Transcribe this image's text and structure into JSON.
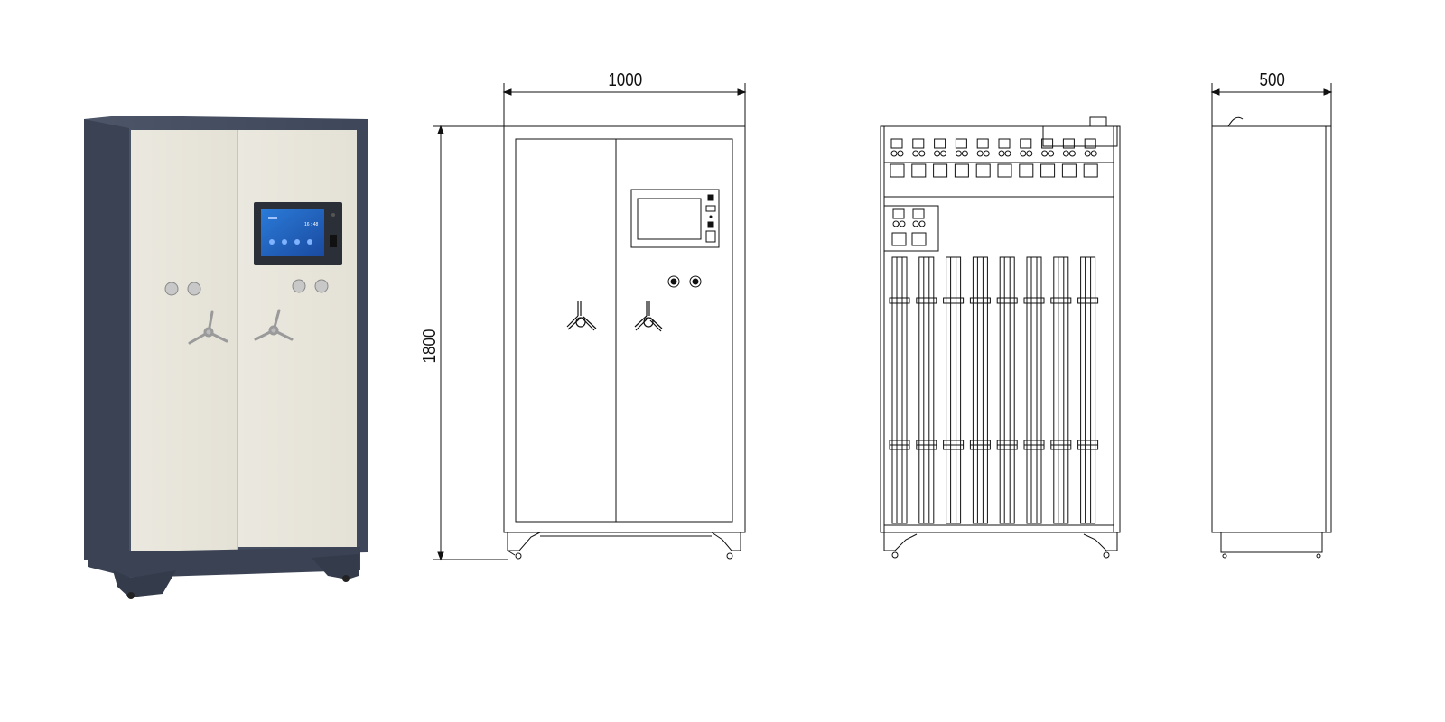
{
  "views": {
    "render": {
      "screen_title": "",
      "screen_time": "16 : 48"
    },
    "front": {
      "width_label": "1000",
      "height_label": "1800"
    },
    "interior": {
      "slot_count_top": 10,
      "slot_count_mid": 2,
      "rod_count": 8
    },
    "side": {
      "depth_label": "500"
    }
  },
  "colors": {
    "frame": "#4a5568",
    "door": "#e9e6dc",
    "screen": "#1e5fb8",
    "line": "#111111"
  }
}
